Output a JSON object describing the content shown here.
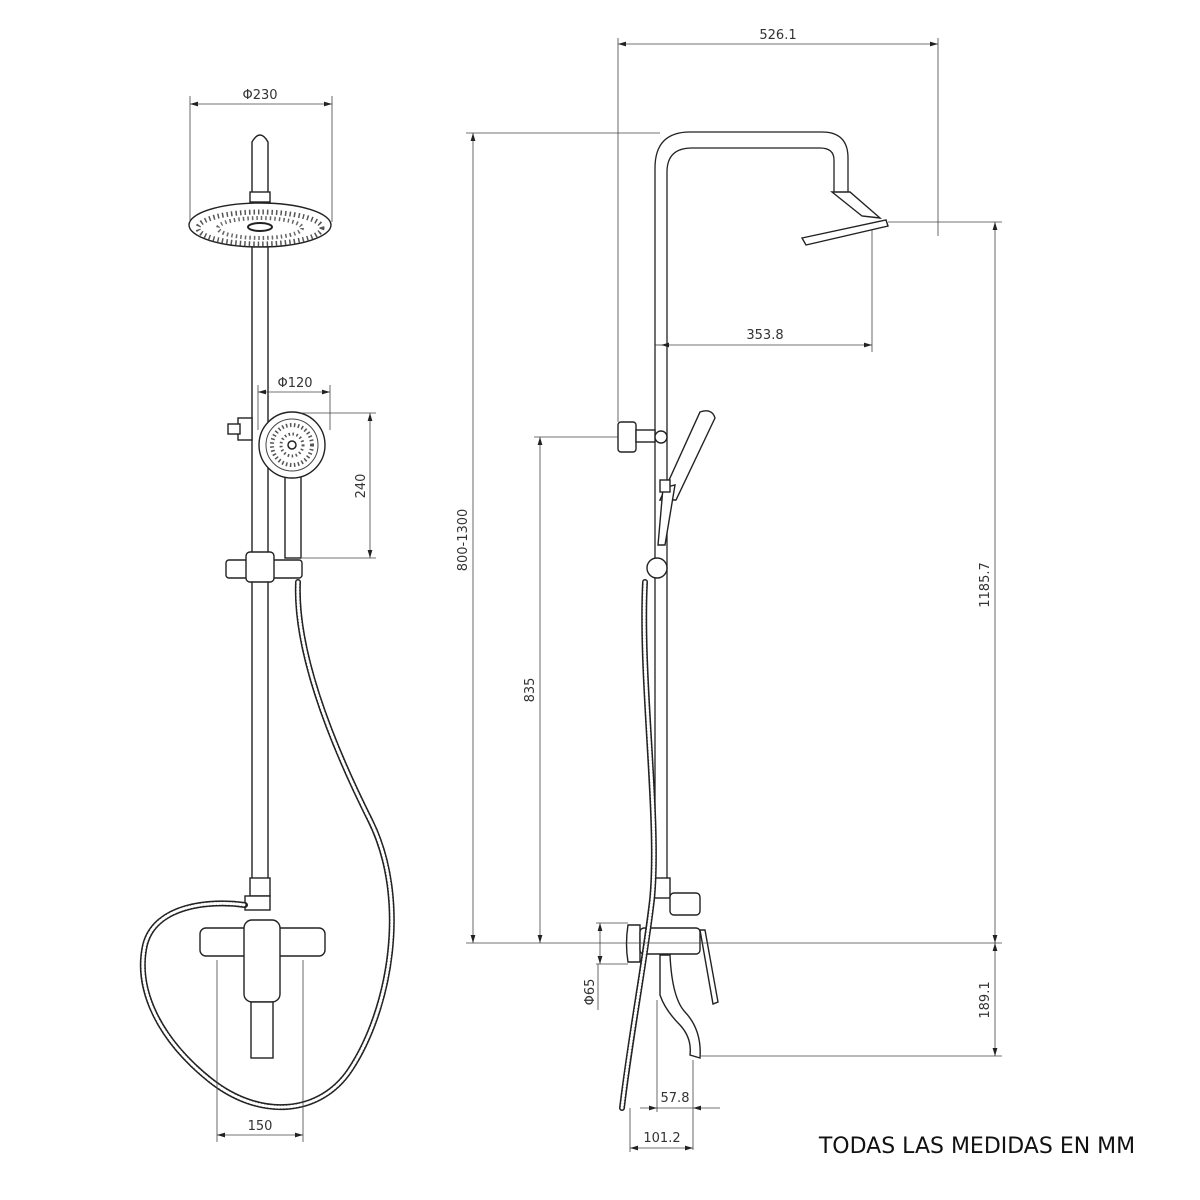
{
  "dimensions": {
    "head_diameter": "Φ230",
    "hand_diameter": "Φ120",
    "hand_height": "240",
    "mixer_spacing": "150",
    "total_width": "526.1",
    "arm_reach": "353.8",
    "height_range": "800-1300",
    "bracket_height": "835",
    "head_height": "1185.7",
    "flange_diameter": "Φ65",
    "spout_drop": "189.1",
    "spout_offset": "57.8",
    "spout_projection": "101.2"
  },
  "footer_note": "TODAS LAS MEDIDAS EN MM"
}
